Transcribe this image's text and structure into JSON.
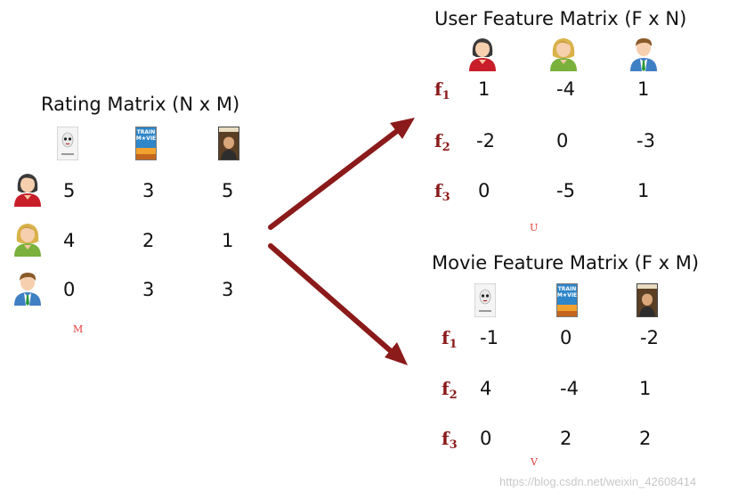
{
  "rating": {
    "title": "Rating Matrix (N x M)",
    "rows": [
      [
        "5",
        "3",
        "5"
      ],
      [
        "4",
        "2",
        "1"
      ],
      [
        "0",
        "3",
        "3"
      ]
    ],
    "tag": "M"
  },
  "user": {
    "title": "User Feature Matrix (F x N)",
    "rows": [
      [
        "1",
        "-4",
        "1"
      ],
      [
        "-2",
        "0",
        "-3"
      ],
      [
        "0",
        "-5",
        "1"
      ]
    ],
    "tag": "U"
  },
  "movie": {
    "title": "Movie Feature Matrix (F x M)",
    "rows": [
      [
        "-1",
        "0",
        "-2"
      ],
      [
        "4",
        "-4",
        "1"
      ],
      [
        "0",
        "2",
        "2"
      ]
    ],
    "tag": "V"
  },
  "features": [
    {
      "letter": "f",
      "index": "1"
    },
    {
      "letter": "f",
      "index": "2"
    },
    {
      "letter": "f",
      "index": "3"
    }
  ],
  "poster_text": {
    "train": "TRAIN",
    "movie": "M★VIE"
  },
  "watermark": "https://blog.csdn.net/weixin_42608414",
  "colors": {
    "arrow": "#8b1a1a",
    "feature_label": "#8b1a1a",
    "tag": "#e53935"
  },
  "icons": {
    "user_1": "female-dark-hair-user-icon",
    "user_2": "female-blonde-user-icon",
    "user_3": "male-user-icon",
    "movie_1": "black-swan-poster-icon",
    "movie_2": "train-movie-poster-icon",
    "movie_3": "portrait-movie-poster-icon"
  }
}
